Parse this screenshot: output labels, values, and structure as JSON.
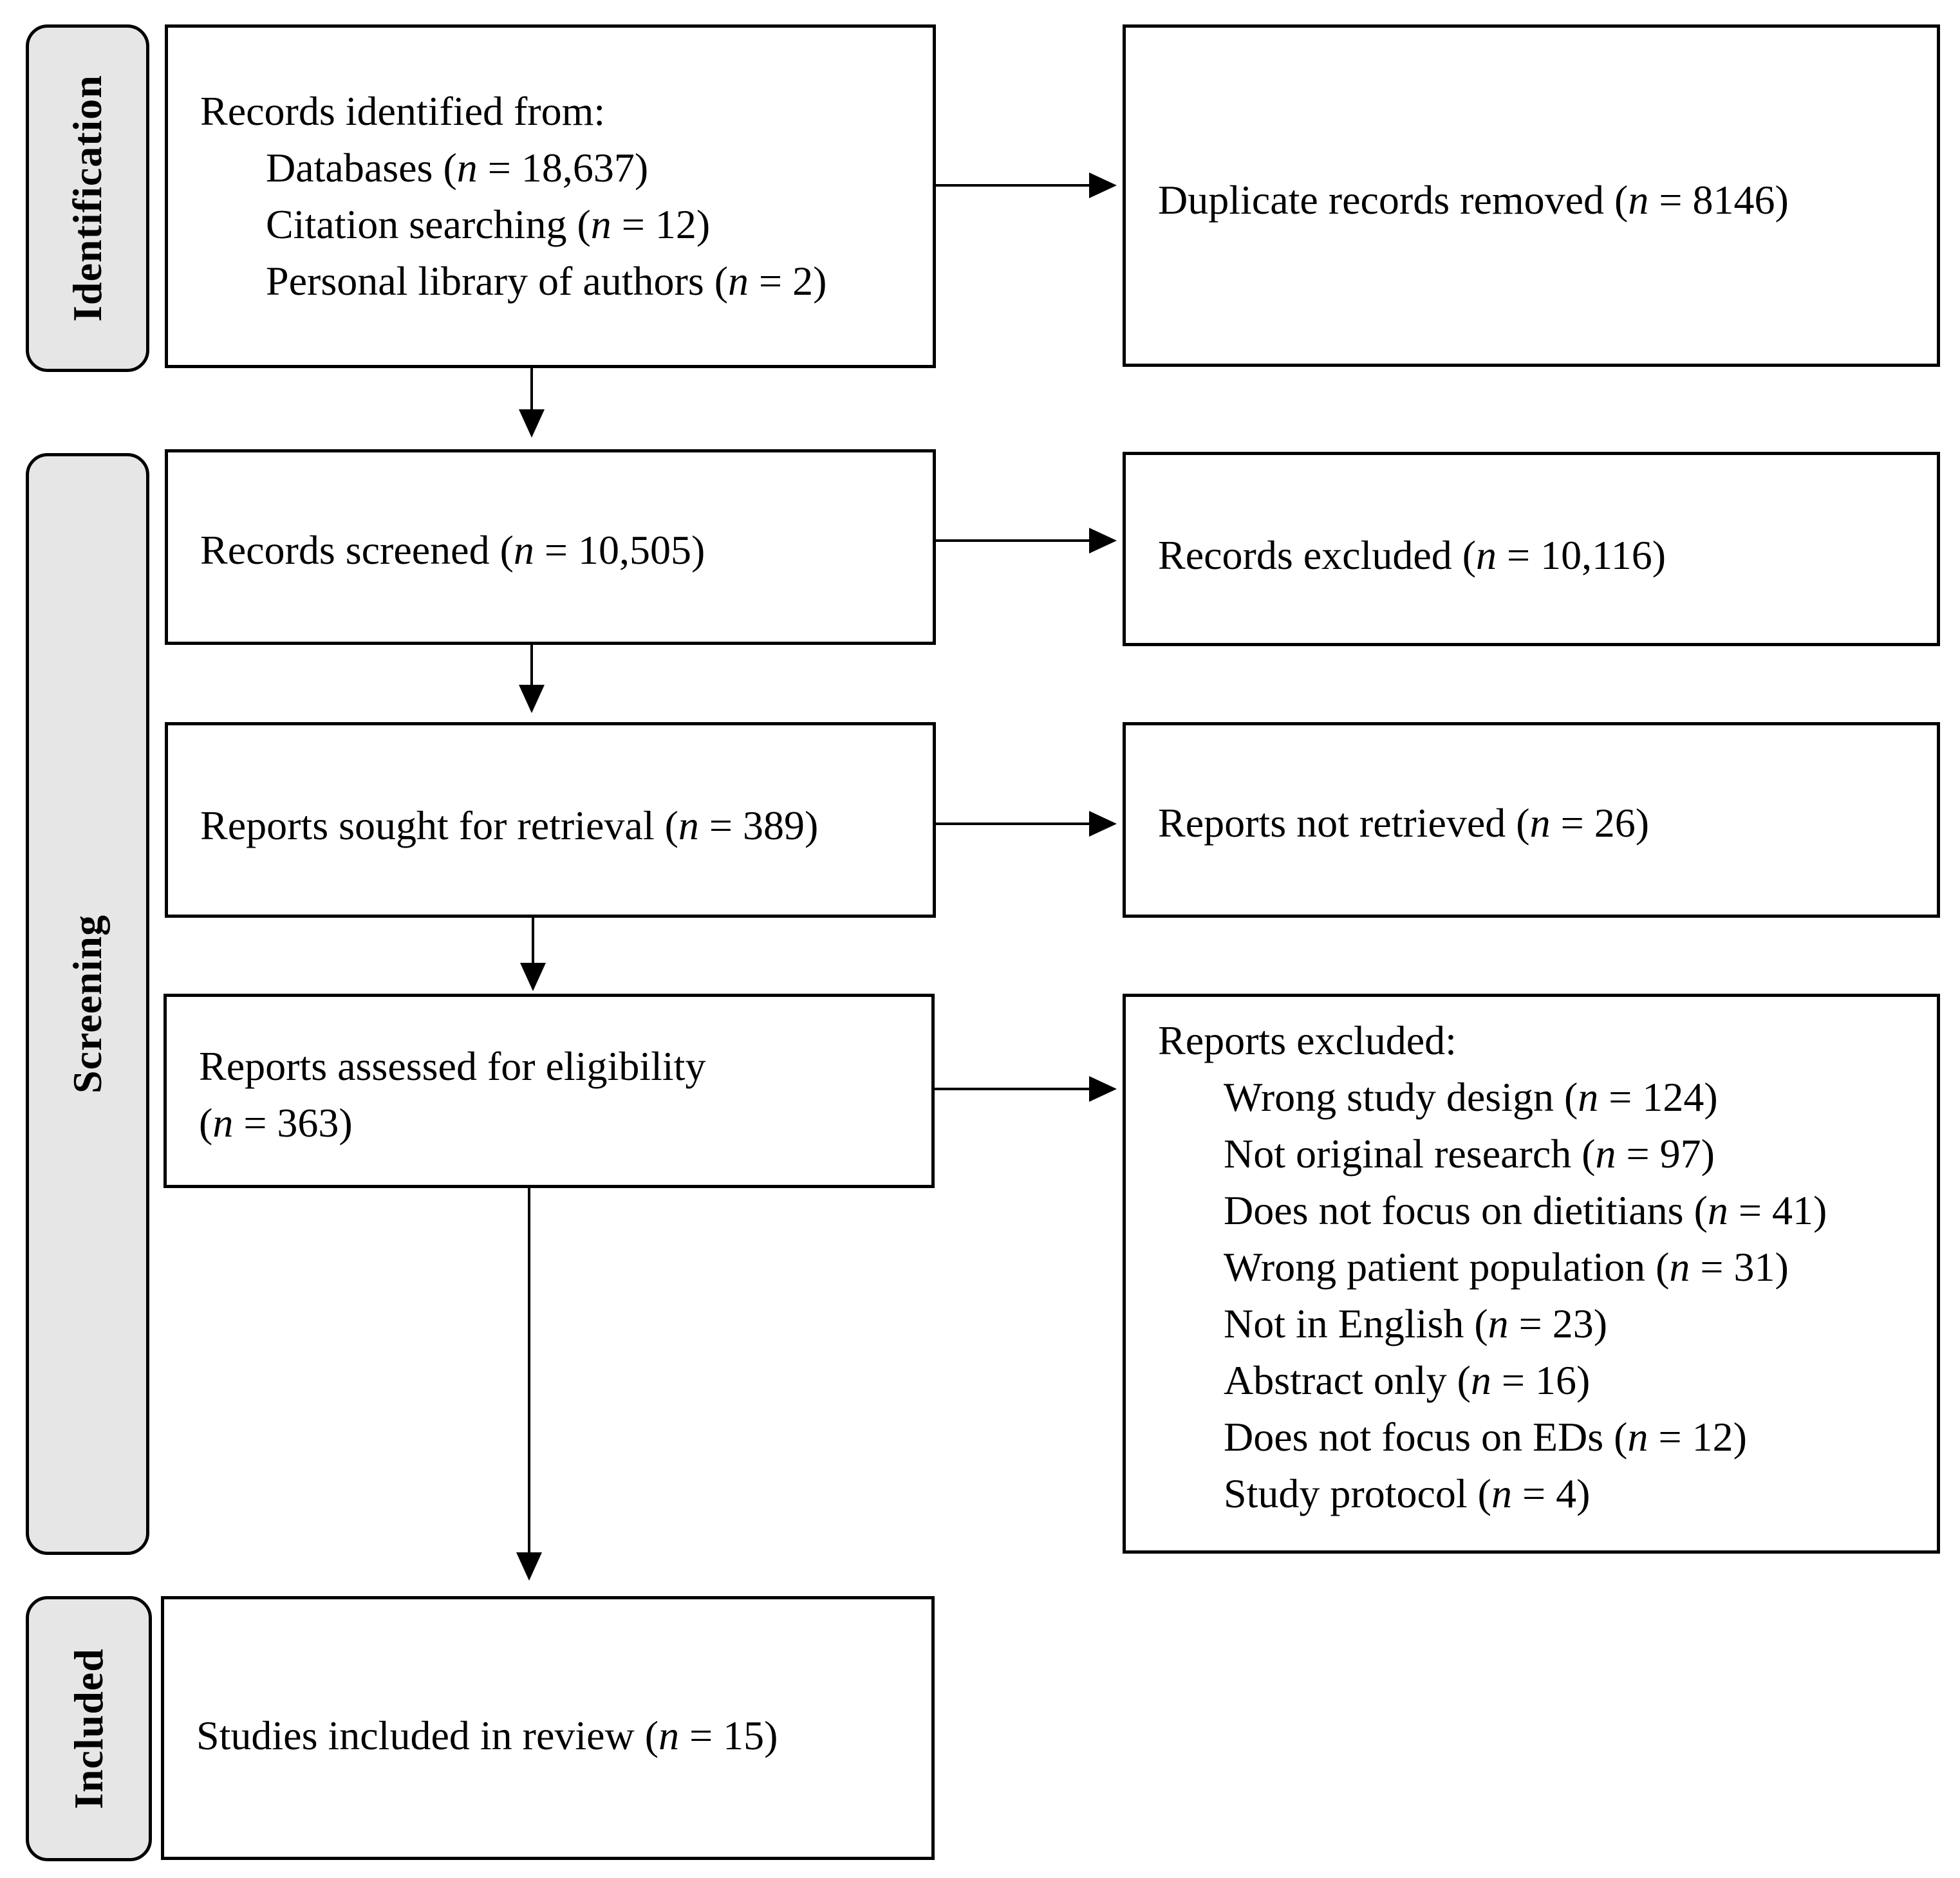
{
  "stages": {
    "identification": "Identification",
    "screening": "Screening",
    "included": "Included"
  },
  "boxes": {
    "identified": {
      "heading": "Records identified from:",
      "items": [
        {
          "label": "Databases (",
          "n": "n",
          "value": " = 18,637)"
        },
        {
          "label": "Citation searching (",
          "n": "n",
          "value": " = 12)"
        },
        {
          "label": "Personal library of authors (",
          "n": "n",
          "value": " = 2)"
        }
      ]
    },
    "duplicates": {
      "label": "Duplicate records removed (",
      "n": "n",
      "value": " = 8146)"
    },
    "screened": {
      "label": "Records screened (",
      "n": "n",
      "value": " = 10,505)"
    },
    "records_excluded": {
      "label": "Records excluded (",
      "n": "n",
      "value": " = 10,116)"
    },
    "sought": {
      "label": "Reports sought for retrieval (",
      "n": "n",
      "value": " = 389)"
    },
    "not_retrieved": {
      "label": "Reports not retrieved (",
      "n": "n",
      "value": " = 26)"
    },
    "assessed": {
      "line1": "Reports assessed for eligibility",
      "open": "(",
      "n": "n",
      "value": " = 363)"
    },
    "reports_excluded": {
      "heading": "Reports excluded:",
      "items": [
        {
          "label": "Wrong study design (",
          "n": "n",
          "value": " = 124)"
        },
        {
          "label": "Not original research (",
          "n": "n",
          "value": " = 97)"
        },
        {
          "label": "Does not focus on dietitians (",
          "n": "n",
          "value": " = 41)"
        },
        {
          "label": "Wrong patient population (",
          "n": "n",
          "value": " = 31)"
        },
        {
          "label": "Not in English (",
          "n": "n",
          "value": " = 23)"
        },
        {
          "label": "Abstract only (",
          "n": "n",
          "value": " = 16)"
        },
        {
          "label": "Does not focus on EDs (",
          "n": "n",
          "value": " = 12)"
        },
        {
          "label": "Study protocol (",
          "n": "n",
          "value": " = 4)"
        }
      ]
    },
    "included": {
      "label": "Studies included in review (",
      "n": "n",
      "value": " = 15)"
    }
  }
}
